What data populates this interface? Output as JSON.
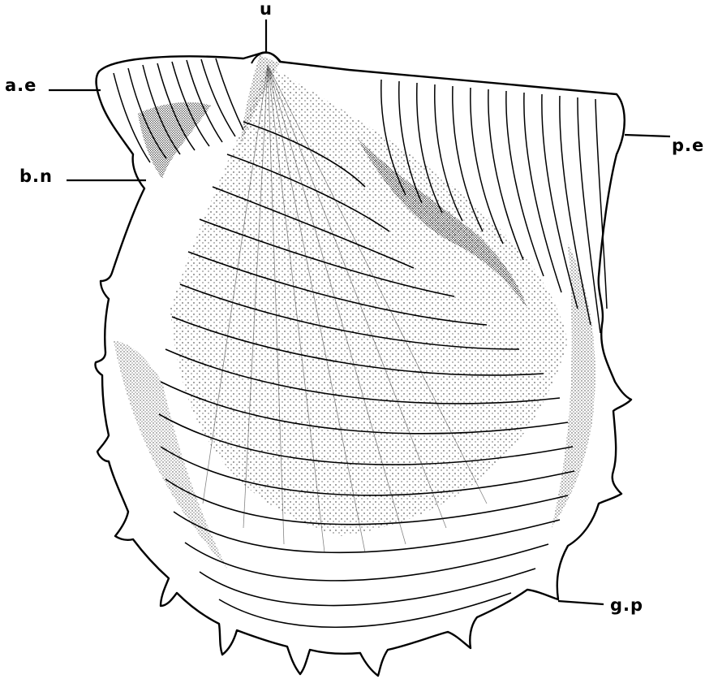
{
  "figure": {
    "labels": {
      "umbo": "u",
      "anterior_ear": "a.e",
      "byssal_notch": "b.n",
      "posterior_ear": "p.e",
      "growth_process": "g.p"
    }
  }
}
